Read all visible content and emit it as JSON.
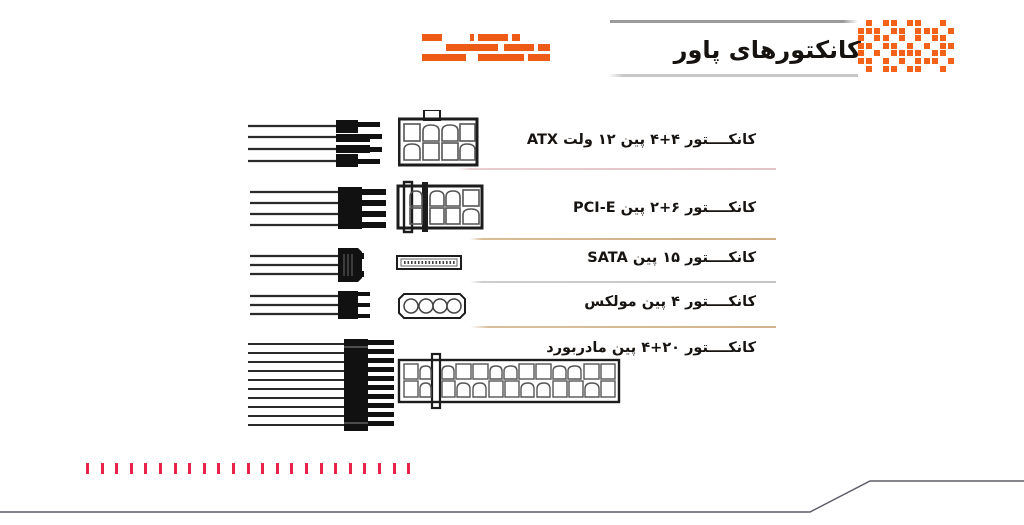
{
  "header": {
    "title": "کانکتورهای پاور",
    "brand_mark_name": "orange-bars-logo",
    "dot_matrix_name": "orange-dot-matrix"
  },
  "colors": {
    "orange": "#ED5B16",
    "orange_dots": "#F4621A",
    "crimson": "#E8234A",
    "text": "#171310",
    "rule_grey": "#9a9a9a",
    "sep_pink": "#e1c3c8",
    "sep_tan": "#cfae82",
    "sep_grey": "#c5c5c5"
  },
  "rows": [
    {
      "id": "atx-12v",
      "label": "کانکــــتور ۴+۴ پین ۱۲ ولت ATX",
      "cable_name": "atx-4plus4-cable",
      "connector_name": "atx-4plus4-connector",
      "pins": 8,
      "pin_rows": 2,
      "pin_cols": 4,
      "separator": "pink"
    },
    {
      "id": "pci-e",
      "label": "کانکــــتور ۶+۲ پین PCI-E",
      "cable_name": "pcie-6plus2-cable",
      "connector_name": "pcie-6plus2-connector",
      "pins": 8,
      "pin_rows": 2,
      "pin_cols": 4,
      "separator": "tan"
    },
    {
      "id": "sata",
      "label": "کانکــــتور ۱۵ پین SATA",
      "cable_name": "sata-cable",
      "connector_name": "sata-15pin-connector",
      "pins": 15,
      "pin_rows": 1,
      "pin_cols": 15,
      "separator": "grey"
    },
    {
      "id": "molex",
      "label": "کانکــــتور ۴ پین مولکس",
      "cable_name": "molex-cable",
      "connector_name": "molex-4pin-connector",
      "pins": 4,
      "pin_rows": 1,
      "pin_cols": 4,
      "separator": "tan2"
    },
    {
      "id": "motherboard",
      "label": "کانکــــتور ۲۰+۴ پین مادربورد",
      "cable_name": "motherboard-20plus4-cable",
      "connector_name": "motherboard-20plus4-connector",
      "pins": 24,
      "pin_rows": 2,
      "pin_cols": 12,
      "separator": null
    }
  ],
  "footer": {
    "dash_count": 23,
    "dash_name": "crimson-dash",
    "baseline_name": "footer-baseline"
  }
}
